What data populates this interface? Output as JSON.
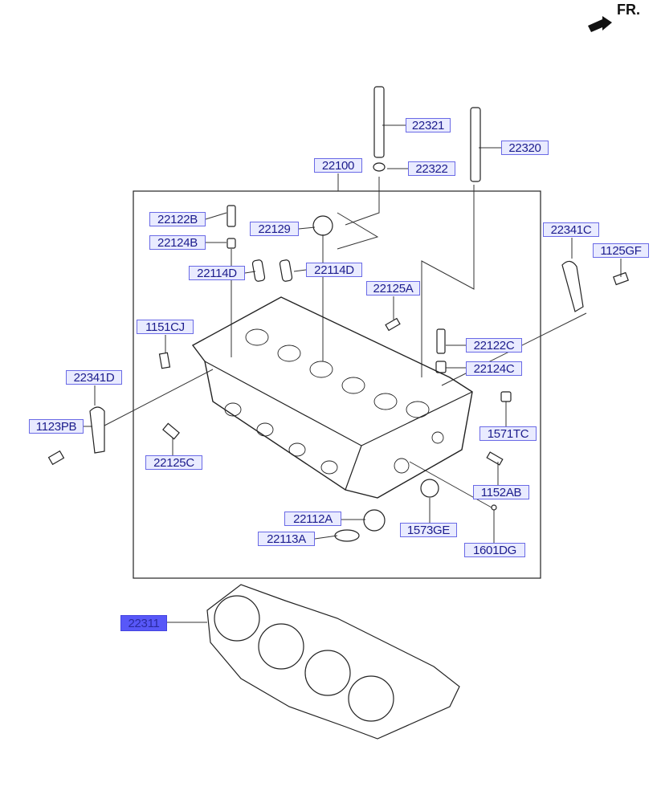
{
  "orientation": {
    "label": "FR.",
    "icon": "front-arrow-icon"
  },
  "colors": {
    "label_fill": "#e9ebff",
    "label_border": "#6a6ae6",
    "label_text": "#1c1c8c",
    "highlight_fill": "#5858f8"
  },
  "parts": [
    {
      "id": "22321"
    },
    {
      "id": "22320"
    },
    {
      "id": "22322"
    },
    {
      "id": "22100"
    },
    {
      "id": "22122B"
    },
    {
      "id": "22129"
    },
    {
      "id": "22124B"
    },
    {
      "id": "22341C"
    },
    {
      "id": "1125GF"
    },
    {
      "id": "22114D"
    },
    {
      "id": "22114D"
    },
    {
      "id": "22125A"
    },
    {
      "id": "1151CJ"
    },
    {
      "id": "22122C"
    },
    {
      "id": "22124C"
    },
    {
      "id": "22341D"
    },
    {
      "id": "1123PB"
    },
    {
      "id": "1571TC"
    },
    {
      "id": "22125C"
    },
    {
      "id": "1152AB"
    },
    {
      "id": "22112A"
    },
    {
      "id": "1573GE"
    },
    {
      "id": "22113A"
    },
    {
      "id": "1601DG"
    },
    {
      "id": "22311",
      "highlighted": true
    }
  ]
}
